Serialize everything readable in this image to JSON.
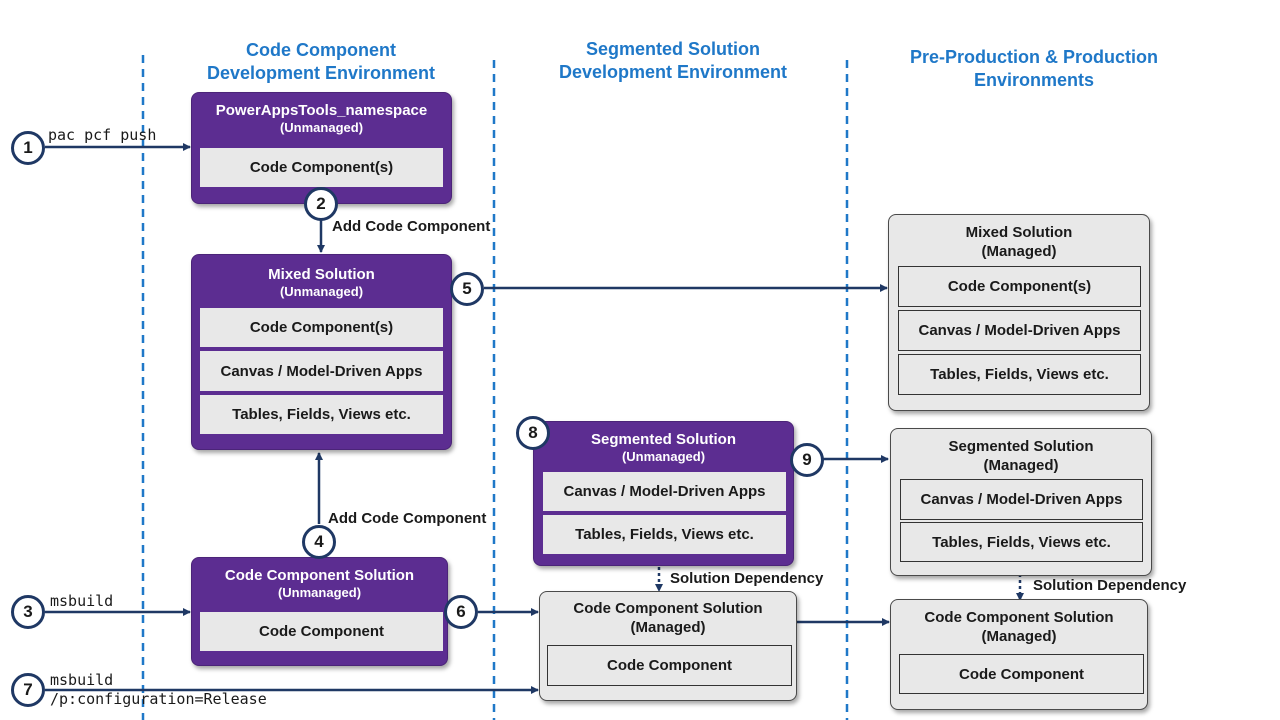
{
  "columns": [
    {
      "title": "Code Component\nDevelopment Environment"
    },
    {
      "title": "Segmented Solution\nDevelopment Environment"
    },
    {
      "title": "Pre-Production & Production\nEnvironments"
    }
  ],
  "boxes": {
    "pat": {
      "title": "PowerAppsTools_namespace",
      "subtitle": "(Unmanaged)",
      "items": [
        "Code Component(s)"
      ]
    },
    "mixed_unmanaged": {
      "title": "Mixed Solution",
      "subtitle": "(Unmanaged)",
      "items": [
        "Code Component(s)",
        "Canvas / Model-Driven Apps",
        "Tables, Fields, Views etc."
      ]
    },
    "ccs_unmanaged": {
      "title": "Code Component Solution",
      "subtitle": "(Unmanaged)",
      "items": [
        "Code Component"
      ]
    },
    "seg_unmanaged": {
      "title": "Segmented Solution",
      "subtitle": "(Unmanaged)",
      "items": [
        "Canvas / Model-Driven Apps",
        "Tables, Fields, Views etc."
      ]
    },
    "ccs_managed_dev": {
      "title": "Code Component Solution",
      "subtitle": "(Managed)",
      "items": [
        "Code Component"
      ]
    },
    "mixed_managed": {
      "title": "Mixed Solution",
      "subtitle": "(Managed)",
      "items": [
        "Code Component(s)",
        "Canvas / Model-Driven Apps",
        "Tables, Fields, Views etc."
      ]
    },
    "seg_managed": {
      "title": "Segmented Solution",
      "subtitle": "(Managed)",
      "items": [
        "Canvas / Model-Driven Apps",
        "Tables, Fields, Views etc."
      ]
    },
    "ccs_managed_prod": {
      "title": "Code Component Solution",
      "subtitle": "(Managed)",
      "items": [
        "Code Component"
      ]
    }
  },
  "steps": [
    "1",
    "2",
    "3",
    "4",
    "5",
    "6",
    "7",
    "8",
    "9"
  ],
  "labels": {
    "add_code_component_top": "Add Code Component",
    "add_code_component_bottom": "Add Code Component",
    "solution_dependency_dev": "Solution Dependency",
    "solution_dependency_prod": "Solution Dependency"
  },
  "commands": {
    "pac_push": "pac pcf push",
    "msbuild": "msbuild",
    "msbuild_release": "msbuild\n/p:configuration=Release"
  },
  "colors": {
    "heading": "#1f78c8",
    "purple": "#5c2d91",
    "grey_box": "#e8e8e8",
    "arrow": "#1f3864",
    "divider": "#1f78c8"
  }
}
